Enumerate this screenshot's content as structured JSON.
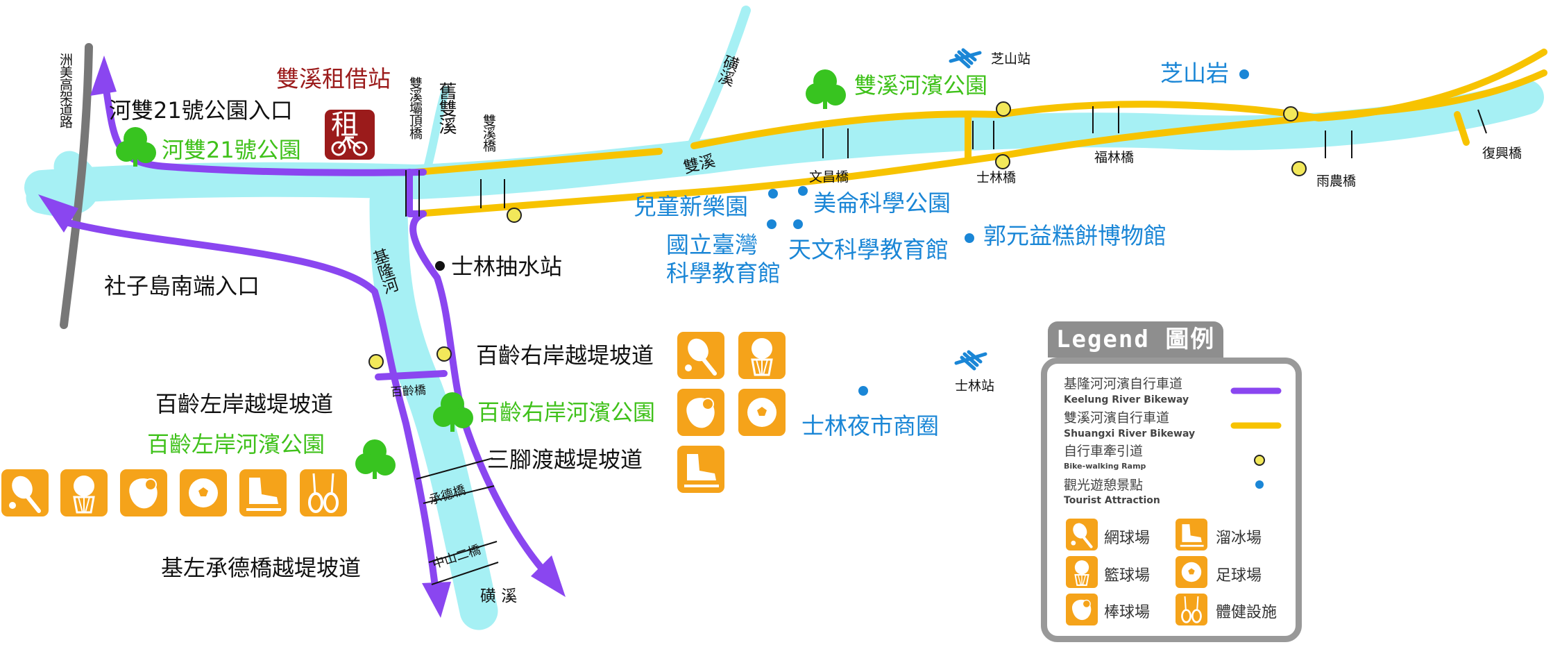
{
  "colors": {
    "keelung_bikeway": "#8a46f0",
    "shuangxi_bikeway": "#f7c300",
    "river": "#a6f0f4",
    "attraction": "#1a86d6",
    "icon_bg": "#f5a31a"
  },
  "labels": {
    "rental_station": "雙溪租借站",
    "rent_char": "租",
    "park21_entrance": "河雙21號公園入口",
    "park21": "河雙21號公園",
    "shezidao_entrance": "社子島南端入口",
    "shihlin_pump": "士林抽水站",
    "bailing_right_ramp": "百齡右岸越堤坡道",
    "bailing_right_park": "百齡右岸河濱公園",
    "sanjiaodu_ramp": "三腳渡越堤坡道",
    "bailing_left_ramp": "百齡左岸越堤坡道",
    "bailing_left_park": "百齡左岸河濱公園",
    "jizuo_chengde_ramp": "基左承德橋越堤坡道",
    "shuangxi_park": "雙溪河濱公園",
    "children_park": "兒童新樂園",
    "meilun_park": "美侖科學公園",
    "ntsec_line1": "國立臺灣",
    "ntsec_line2": "科學教育館",
    "astronomy": "天文科學教育館",
    "kuo_museum": "郭元益糕餅博物館",
    "zhishanyan": "芝山岩",
    "night_market": "士林夜市商圈",
    "zhishan_station": "芝山站",
    "shilin_station": "士林站",
    "zhoumei": "洲美高架道路",
    "keelung_river": "基隆河",
    "shuangxi_river": "雙溪",
    "old_shuangxi": "舊雙溪",
    "huangxi_top": "磺溪",
    "huangxi_bottom": "磺 溪"
  },
  "bridges": {
    "shuangxi_dam": "雙溪壩頂橋",
    "shuangxi_bridge": "雙溪橋",
    "wenchang": "文昌橋",
    "shilin": "士林橋",
    "fulin": "福林橋",
    "yunong": "雨農橋",
    "fuxing": "復興橋",
    "bailing": "百齡橋",
    "chengde": "承德橋",
    "zhongshan2": "中山二橋"
  },
  "legend": {
    "title_en": "Legend",
    "title_zh": "圖例",
    "keelung_zh": "基隆河河濱自行車道",
    "keelung_en": "Keelung River Bikeway",
    "shuangxi_zh": "雙溪河濱自行車道",
    "shuangxi_en": "Shuangxi River Bikeway",
    "ramp_zh": "自行車牽引道",
    "ramp_en": "Bike-walking Ramp",
    "attraction_zh": "觀光遊憩景點",
    "attraction_en": "Tourist Attraction",
    "tennis": "網球場",
    "skating": "溜冰場",
    "basketball": "籃球場",
    "soccer": "足球場",
    "baseball": "棒球場",
    "fitness": "體健設施"
  }
}
